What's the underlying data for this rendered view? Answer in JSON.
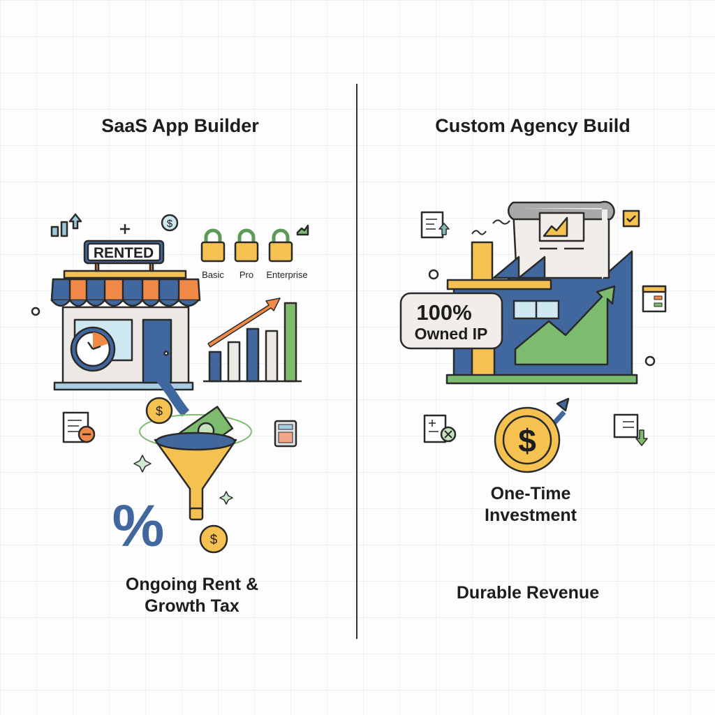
{
  "left": {
    "title": "SaaS App Builder",
    "sign": "RENTED",
    "tiers": [
      "Basic",
      "Pro",
      "Enterprise"
    ],
    "caption_line1": "Ongoing Rent &",
    "caption_line2": "Growth Tax",
    "percent": "%",
    "dollar": "$"
  },
  "right": {
    "title": "Custom Agency Build",
    "badge_line1": "100%",
    "badge_line2": "Owned IP",
    "caption_line1": "One-Time",
    "caption_line2": "Investment",
    "footer": "Durable Revenue",
    "dollar": "$"
  },
  "colors": {
    "blue": "#41689e",
    "orange": "#f08a46",
    "yellow": "#f5c150",
    "green": "#7dbb6e",
    "dark": "#2a2a2a"
  }
}
